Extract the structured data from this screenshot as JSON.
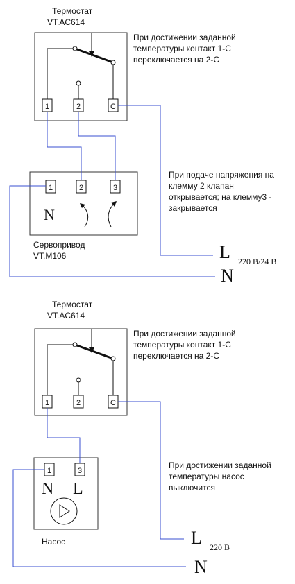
{
  "diagram1": {
    "thermostat_title": "Термостат",
    "thermostat_model": "VT.AC614",
    "note_lines": [
      "При достижении заданной",
      "температуры контакт 1-С",
      "переключается на 2-С"
    ],
    "terminal_1": "1",
    "terminal_2": "2",
    "terminal_c": "C",
    "servo_terminal_1": "1",
    "servo_terminal_2": "2",
    "servo_terminal_3": "3",
    "servo_n": "N",
    "servo_note_lines": [
      "При подаче напряжения на",
      "клемму 2 клапан",
      "открывается; на клемму3 -",
      "закрывается"
    ],
    "servo_title": "Сервопривод",
    "servo_model": "VT.M106",
    "line_l": "L",
    "line_l_sub": "220 В/24 В",
    "line_n": "N"
  },
  "diagram2": {
    "thermostat_title": "Термостат",
    "thermostat_model": "VT.AC614",
    "note_lines": [
      "При достижении заданной",
      "температуры контакт 1-С",
      "переключается на 2-С"
    ],
    "terminal_1": "1",
    "terminal_2": "2",
    "terminal_c": "C",
    "pump_terminal_1": "1",
    "pump_terminal_3": "3",
    "pump_n": "N",
    "pump_l": "L",
    "pump_note_lines": [
      "При достижении заданной",
      "температуры насос",
      "выключится"
    ],
    "pump_title": "Насос",
    "line_l": "L",
    "line_l_sub": "220 В",
    "line_n": "N"
  },
  "colors": {
    "wire": "#3a4fd0",
    "black": "#111111",
    "box_border": "#333333"
  }
}
